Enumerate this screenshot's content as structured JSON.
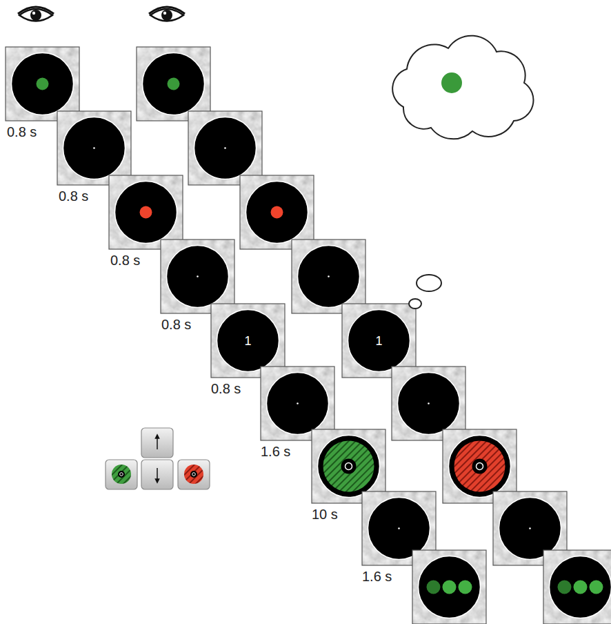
{
  "diagram": {
    "nodes": [
      {
        "text": [
          "1"
        ]
      },
      {
        "text": [
          "1"
        ]
      }
    ],
    "labels": [
      "0.8 s",
      "0.8 s",
      "0.8 s",
      "0.8 s",
      "0.8 s",
      "1.6 s",
      "10 s",
      "1.6 s"
    ]
  }
}
